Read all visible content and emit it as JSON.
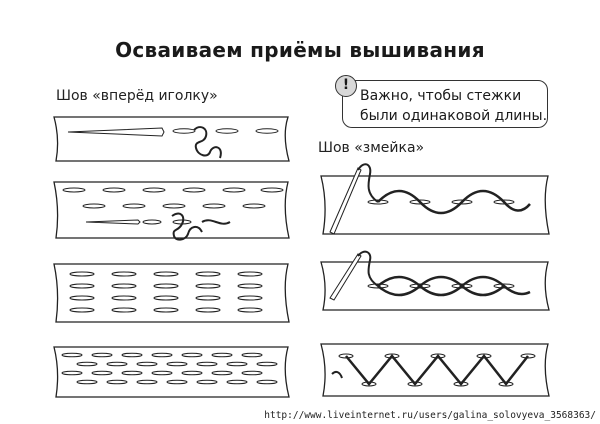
{
  "title": "Осваиваем приёмы вышивания",
  "sections": {
    "forward_stitch": {
      "label": "Шов «вперёд иголку»"
    },
    "snake_stitch": {
      "label": "Шов «змейка»"
    }
  },
  "note": {
    "badge": "!",
    "text": "Важно, чтобы стежки были одинаковой длины."
  },
  "footer": {
    "url": "http://www.liveinternet.ru/users/galina_solovyeva_3568363/"
  },
  "colors": {
    "ink": "#1a1a1a",
    "badge_fill": "#d8d8d8",
    "paper": "#ffffff"
  }
}
